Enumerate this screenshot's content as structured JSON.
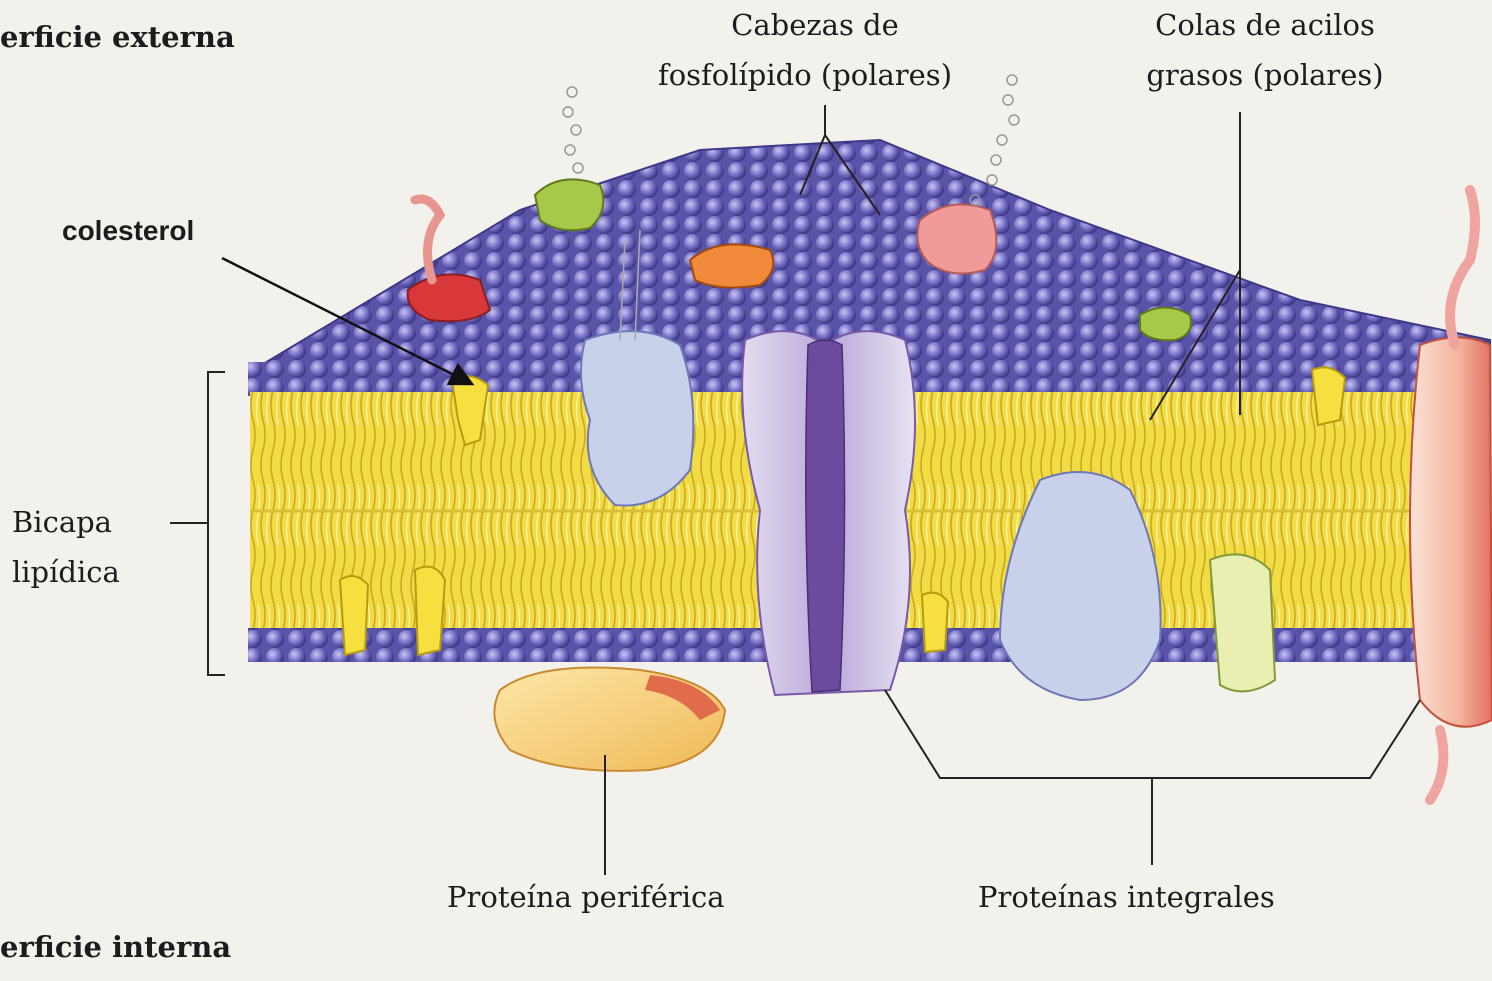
{
  "labels": {
    "outer_surface": "erficie externa",
    "inner_surface": "erficie interna",
    "heads_line1": "Cabezas de",
    "heads_line2": "fosfolípido (polares)",
    "tails_line1": "Colas de acilos",
    "tails_line2": "grasos (polares)",
    "cholesterol": "colesterol",
    "bilayer_line1": "Bicapa",
    "bilayer_line2": "lipídica",
    "peripheral": "Proteína periférica",
    "integral": "Proteínas integrales"
  },
  "colors": {
    "background": "#f3f1ec",
    "heads": "#7a74c9",
    "heads_dark": "#4b4596",
    "tails": "#f1dc46",
    "tails_dark": "#c9a820",
    "channel_protein": "#8b66b8",
    "channel_light": "#d4cbe6",
    "peripheral_protein": "#f4c86a",
    "blue_protein": "#c9d0ea",
    "pink_protein": "#f0a48e",
    "leader_line": "#222222"
  }
}
